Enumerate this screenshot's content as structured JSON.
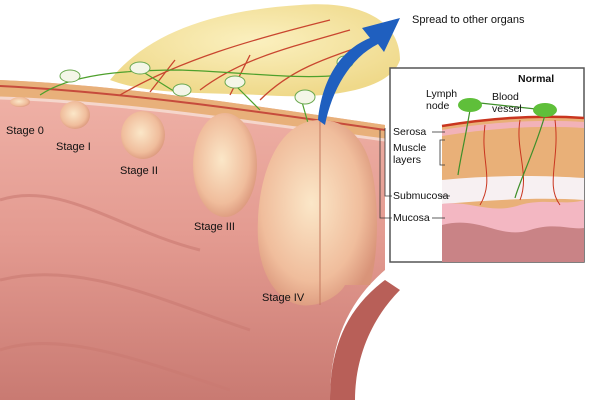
{
  "labels": {
    "spread": "Spread to other organs",
    "stages": [
      "Stage 0",
      "Stage I",
      "Stage II",
      "Stage III",
      "Stage IV"
    ]
  },
  "inset": {
    "title": "Normal",
    "lymph_node": [
      "Lymph",
      "node"
    ],
    "blood_vessel": [
      "Blood",
      "vessel"
    ],
    "serosa": "Serosa",
    "muscle_layers": [
      "Muscle",
      "layers"
    ],
    "submucosa": "Submucosa",
    "mucosa": "Mucosa"
  },
  "colors": {
    "tissue": "#e8a49a",
    "tissue_dark": "#c9706a",
    "fat": "#f3e29a",
    "tumor": "#f2c7a8",
    "arrow": "#1f5fbf",
    "node": "#5fbf3a"
  }
}
